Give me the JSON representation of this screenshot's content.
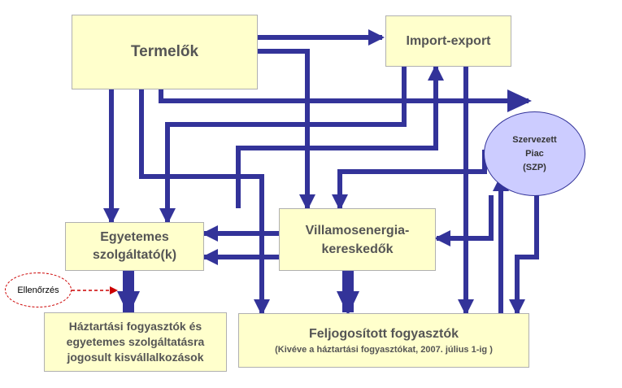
{
  "nodes": {
    "termelok": {
      "label": "Termelők"
    },
    "import_export": {
      "label": "Import-export"
    },
    "szp": {
      "line1": "Szervezett",
      "line2": "Piac",
      "line3": "(SZP)"
    },
    "egyetemes": {
      "line1": "Egyetemes",
      "line2": "szolgáltató(k)"
    },
    "kereskedok": {
      "line1": "Villamosenergia-",
      "line2": "kereskedők"
    },
    "haztartasi": {
      "line1": "Háztartási fogyasztók és",
      "line2": "egyetemes szolgáltatásra",
      "line3": "jogosult kisvállalkozások"
    },
    "feljogositott": {
      "line1": "Feljogosított fogyasztók",
      "line2": "(Kivéve a háztartási fogyasztókat, 2007. július 1-ig )"
    },
    "ellenorzes": {
      "label": "Ellenőrzés"
    }
  },
  "colors": {
    "arrow": "#333399",
    "box_fill": "#ffffcc",
    "ellipse_fill": "#ccccff",
    "dashed": "#cc0000",
    "text": "#555555"
  }
}
